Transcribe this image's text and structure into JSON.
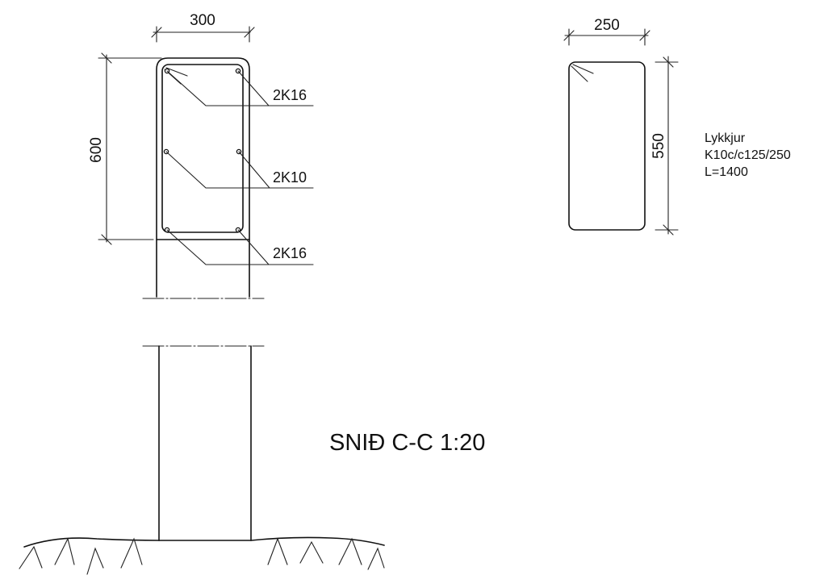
{
  "section_view": {
    "width_dim": "300",
    "height_dim": "600",
    "callouts": [
      "2K16",
      "2K10",
      "2K16"
    ]
  },
  "stirrup": {
    "width_dim": "250",
    "height_dim": "550",
    "note_lines": [
      "Lykkjur",
      "K10c/c125/250",
      "L=1400"
    ]
  },
  "title": "SNIÐ C-C 1:20"
}
